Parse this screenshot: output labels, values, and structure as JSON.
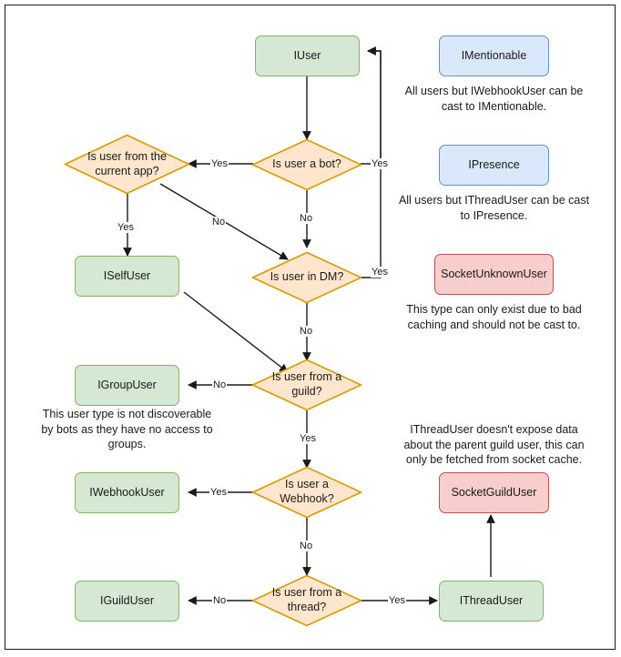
{
  "diagram": {
    "title": "Discord.Net user type resolution flowchart",
    "colors": {
      "green_fill": "#d5e8d4",
      "green_stroke": "#82b366",
      "blue_fill": "#dae8fc",
      "blue_stroke": "#6c8ebf",
      "red_fill": "#f8cecc",
      "red_stroke": "#b85450",
      "orange_fill": "#ffe6cc",
      "orange_stroke": "#d79b00",
      "edge_stroke": "#1a1a1a",
      "frame_stroke": "#1a1a1a"
    },
    "terminals": [
      {
        "id": "iuser",
        "label": "IUser"
      },
      {
        "id": "iselfuser",
        "label": "ISelfUser"
      },
      {
        "id": "igroupuser",
        "label": "IGroupUser"
      },
      {
        "id": "iwebhookuser",
        "label": "IWebhookUser"
      },
      {
        "id": "iguilduser",
        "label": "IGuildUser"
      },
      {
        "id": "ithreaduser",
        "label": "IThreadUser"
      }
    ],
    "interfaces": [
      {
        "id": "imentionable",
        "label": "IMentionable"
      },
      {
        "id": "ipresence",
        "label": "IPresence"
      },
      {
        "id": "socketunknownuser",
        "label": "SocketUnknownUser"
      },
      {
        "id": "socketguilduser",
        "label": "SocketGuildUser"
      }
    ],
    "decisions": [
      {
        "id": "is-user-from-current-app",
        "label": "Is user from the current app?"
      },
      {
        "id": "is-user-a-bot",
        "label": "Is user a bot?"
      },
      {
        "id": "is-user-in-dm",
        "label": "Is user in DM?"
      },
      {
        "id": "is-user-from-a-guild",
        "label": "Is user from a guild?"
      },
      {
        "id": "is-user-a-webhook",
        "label": "Is user a Webhook?"
      },
      {
        "id": "is-user-from-a-thread",
        "label": "Is user from a thread?"
      }
    ],
    "notes": [
      {
        "id": "note-imentionable",
        "text": "All users but IWebhookUser can be cast to IMentionable."
      },
      {
        "id": "note-ipresence",
        "text": "All users but IThreadUser can be cast to IPresence."
      },
      {
        "id": "note-socketunknown",
        "text": "This type can only exist due to bad caching and should not be cast to."
      },
      {
        "id": "note-igroupuser",
        "text": "This user type is not discoverable by bots as they have no access to groups."
      },
      {
        "id": "note-ithreaduser",
        "text": "IThreadUser doesn't expose data about the parent guild user, this can only be fetched from socket cache."
      }
    ],
    "edge_labels": {
      "bot_yes": "Yes",
      "bot_no": "No",
      "currentapp_yes": "Yes",
      "currentapp_no": "No",
      "dm_yes": "Yes",
      "dm_no": "No",
      "guild_no": "No",
      "guild_yes": "Yes",
      "webhook_yes": "Yes",
      "webhook_no": "No",
      "thread_no": "No",
      "thread_yes": "Yes"
    }
  }
}
